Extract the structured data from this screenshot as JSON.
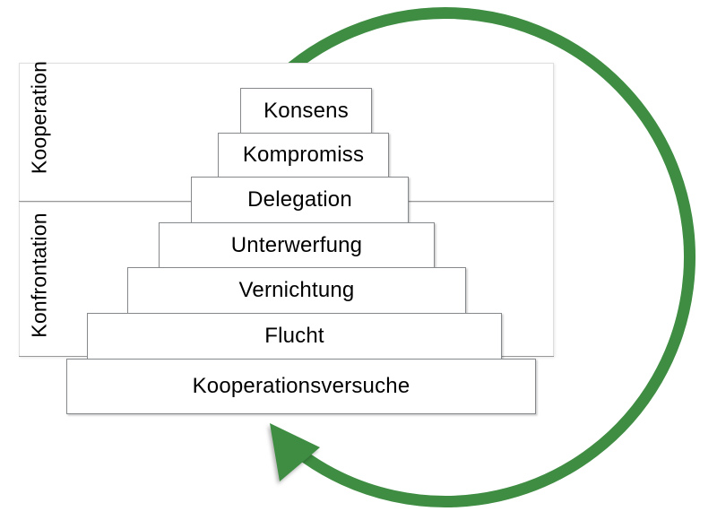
{
  "diagram": {
    "type": "pyramid-cycle-diagram",
    "bands": [
      {
        "label": "Kooperation"
      },
      {
        "label": "Konfrontation"
      }
    ],
    "pyramid": {
      "levels": [
        {
          "label": "Konsens"
        },
        {
          "label": "Kompromiss"
        },
        {
          "label": "Delegation"
        },
        {
          "label": "Unterwerfung"
        },
        {
          "label": "Vernichtung"
        },
        {
          "label": "Flucht"
        },
        {
          "label": "Kooperationsversuche"
        }
      ]
    },
    "arrow": {
      "icon": "circular-arrow",
      "direction": "clockwise"
    },
    "colors": {
      "arrow_green": "#3e8d42",
      "bar_border": "#85898c",
      "band_border": "#dedede",
      "divider_gray": "#999999",
      "text": "#000000",
      "background": "#ffffff"
    }
  }
}
